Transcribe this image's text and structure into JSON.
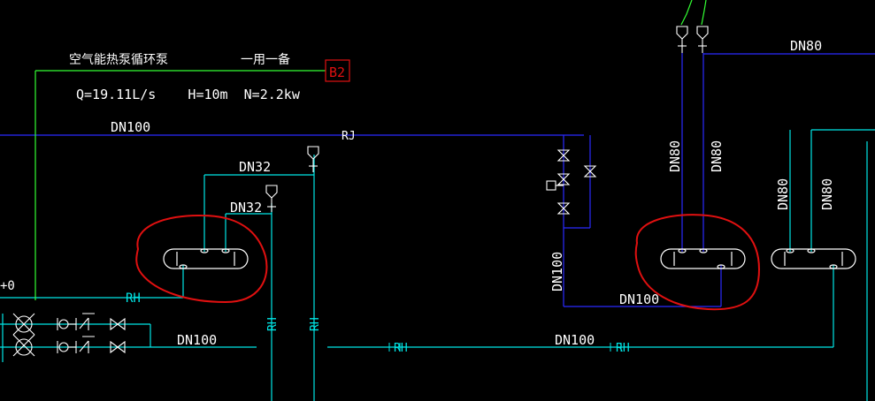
{
  "colors": {
    "background": "#000000",
    "text": "#ffffff",
    "pipe_blue": "#2a2aff",
    "pipe_cyan": "#00e6e6",
    "pipe_green": "#33ff33",
    "annotation_red": "#e01010",
    "equipment_white": "#ffffff"
  },
  "labels": {
    "pump_title": "空气能热泵循环泵",
    "pump_spec": "一用一备",
    "pump_tag": "B2",
    "pump_params": "Q=19.11L/s    H=10m  N=2.2kw",
    "dn100_top": "DN100",
    "rj_marker": "RJ",
    "dn32_a": "DN32",
    "dn32_b": "DN32",
    "rh_left": "RH",
    "dn100_bottom_left": "DN100",
    "rh_v1": "RH",
    "rh_v2": "RH",
    "rh_h1": "RH",
    "dn100_bottom_mid": "DN100",
    "rh_h2": "RH",
    "dn80_top": "DN80",
    "dn80_v1": "DN80",
    "dn80_v2": "DN80",
    "dn100_vert": "DN100",
    "dn100_mid": "DN100",
    "dn80_v3": "DN80",
    "dn80_v4": "DN80",
    "edge_zero": "+0"
  }
}
